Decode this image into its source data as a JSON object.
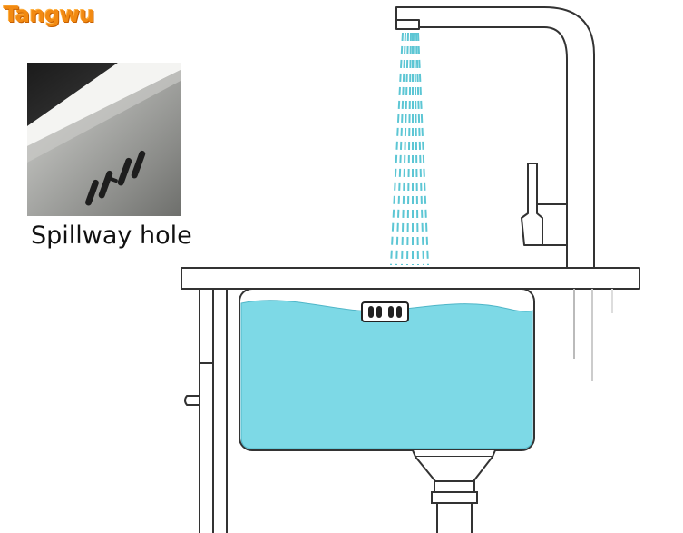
{
  "brand": {
    "text": "Tangwu",
    "color": "#f28a12"
  },
  "inset": {
    "caption": "Spillway hole",
    "icon": "overflow-slots-closeup"
  },
  "illustration": {
    "icons": [
      "faucet-icon",
      "water-stream-icon",
      "sink-basin-icon",
      "overflow-hole-icon",
      "drain-pipe-icon",
      "cabinet-icon"
    ],
    "colors": {
      "water": "#7dd9e6",
      "water_line": "#4fb6c8",
      "line": "#333333",
      "stream": "#5cc6d4"
    }
  }
}
